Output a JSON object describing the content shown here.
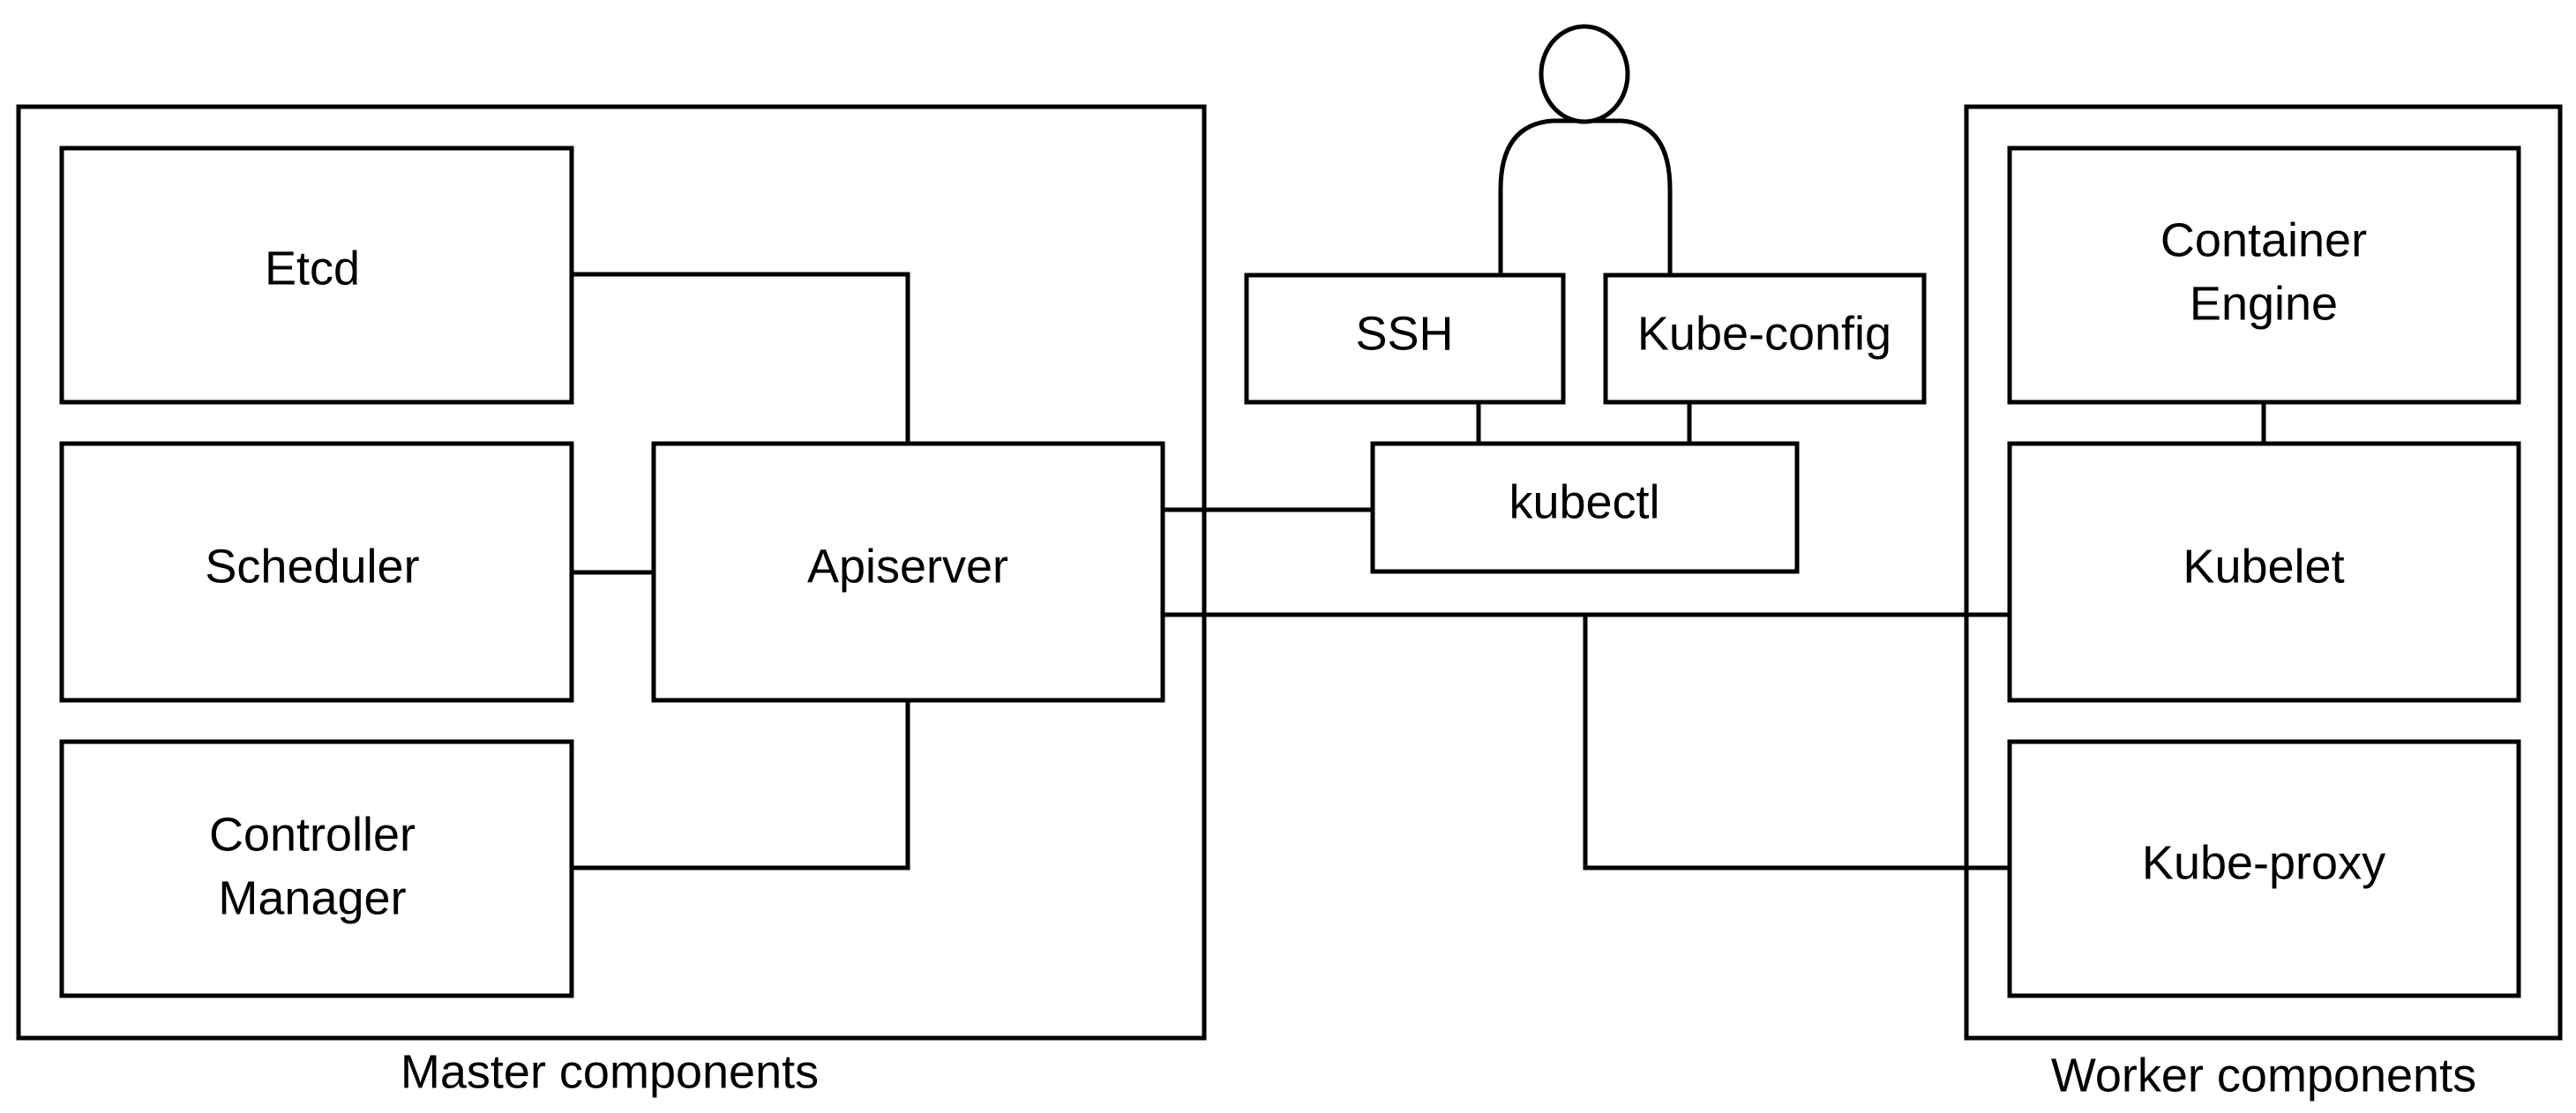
{
  "master": {
    "caption": "Master components",
    "etcd": "Etcd",
    "scheduler": "Scheduler",
    "controller_manager": [
      "Controller",
      "Manager"
    ],
    "apiserver": "Apiserver"
  },
  "client": {
    "ssh": "SSH",
    "kube_config": "Kube-config",
    "kubectl": "kubectl"
  },
  "worker": {
    "caption": "Worker components",
    "container_engine": [
      "Container",
      "Engine"
    ],
    "kubelet": "Kubelet",
    "kube_proxy": "Kube-proxy"
  }
}
